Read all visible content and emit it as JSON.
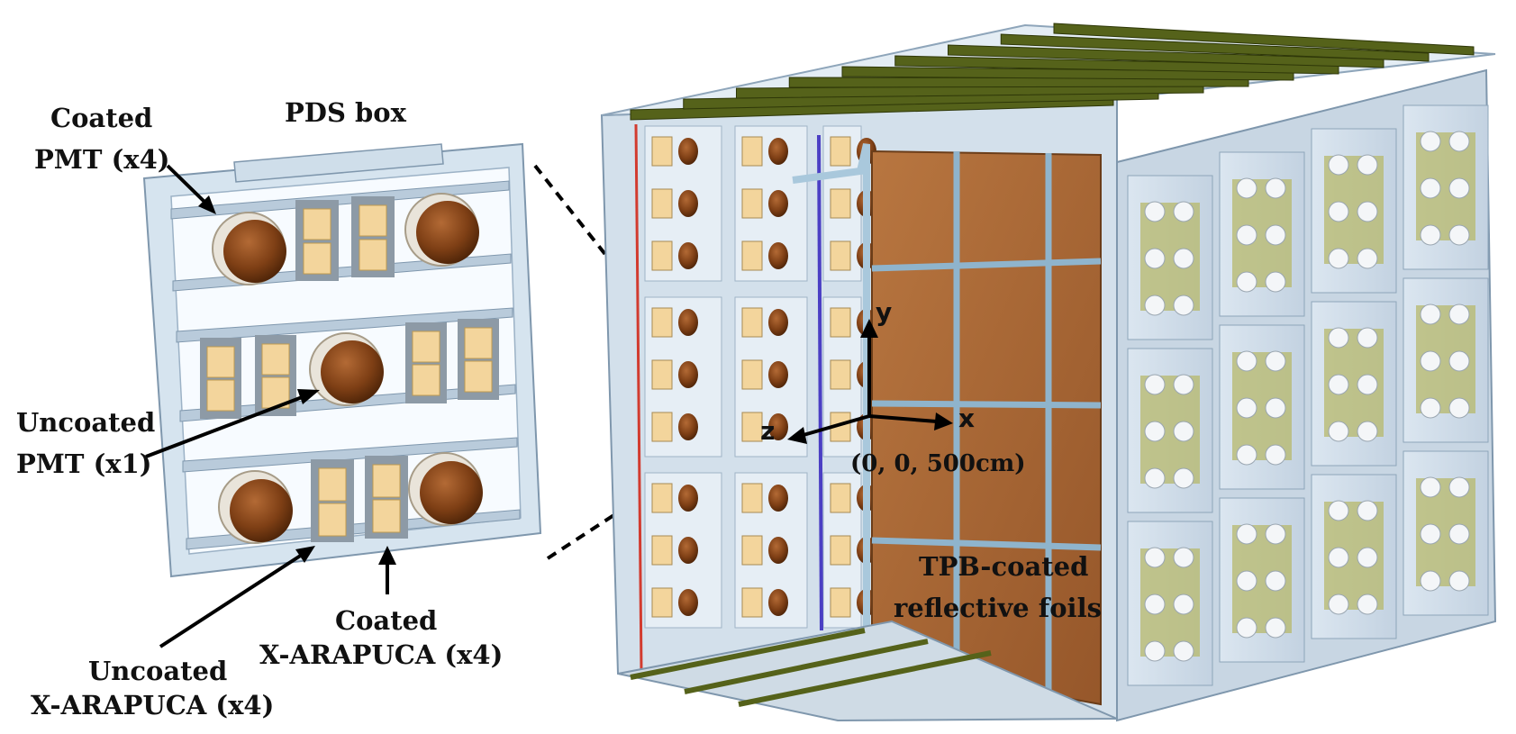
{
  "labels": {
    "pds_box": "PDS box",
    "coated_pmt_1": "Coated",
    "coated_pmt_2": "PMT (x4)",
    "uncoated_pmt_1": "Uncoated",
    "uncoated_pmt_2": "PMT (x1)",
    "uncoated_xarapuca_1": "Uncoated",
    "uncoated_xarapuca_2": "X-ARAPUCA (x4)",
    "coated_xarapuca_1": "Coated",
    "coated_xarapuca_2": "X-ARAPUCA (x4)",
    "tpb_foils_1": "TPB-coated",
    "tpb_foils_2": "reflective foils",
    "origin": "(0, 0, 500cm)"
  },
  "axes": {
    "x": "x",
    "y": "y",
    "z": "z"
  },
  "colors": {
    "frame": "#c9d8e6",
    "frame_dark": "#8fa6bc",
    "pmt": "#8a4a1c",
    "xarapuca": "#f2d49b",
    "foil": "#a9652f",
    "beam": "#4e5a12",
    "panel_tile": "#b7b86b"
  }
}
